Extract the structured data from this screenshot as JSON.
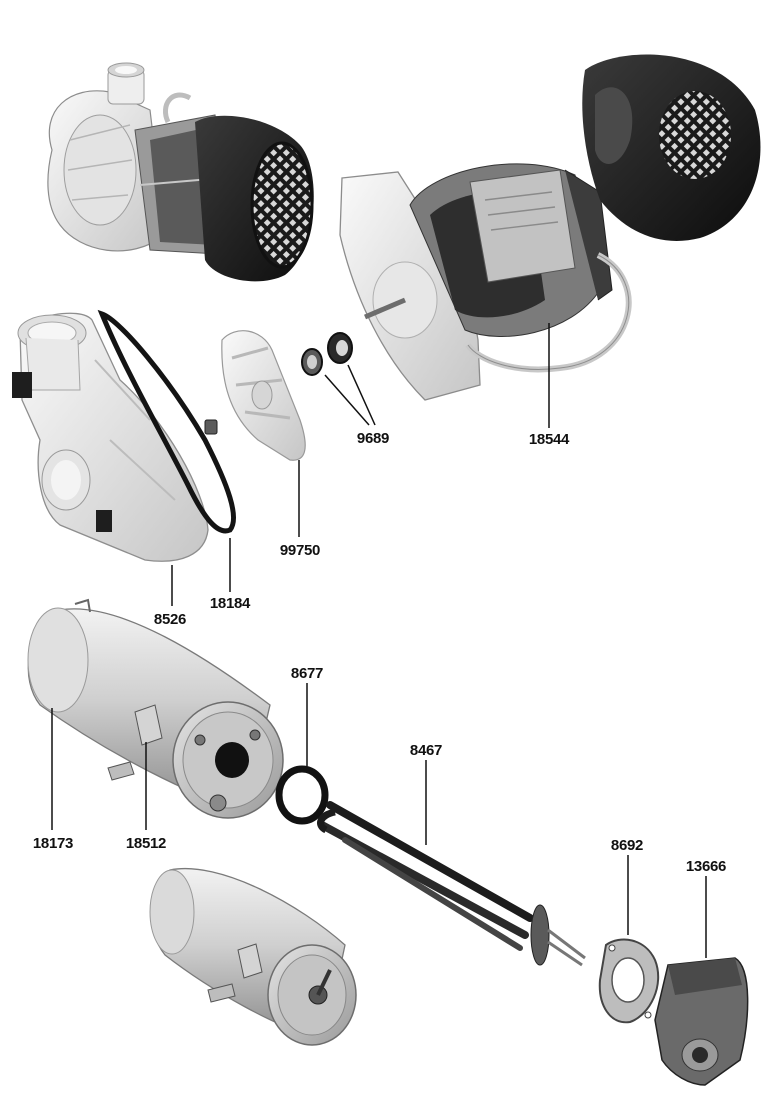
{
  "colors": {
    "metal_light": "#d9d9d9",
    "metal_mid": "#a8a8a8",
    "metal_dark": "#6e6e6e",
    "plastic_white": "#ececec",
    "black_part": "#1a1a1a",
    "label": "#111111"
  },
  "parts": {
    "p18544": "18544",
    "p9689": "9689",
    "p99750": "99750",
    "p8526": "8526",
    "p18184": "18184",
    "p8677": "8677",
    "p8467": "8467",
    "p18173": "18173",
    "p18512": "18512",
    "p8692": "8692",
    "p13666": "13666"
  }
}
